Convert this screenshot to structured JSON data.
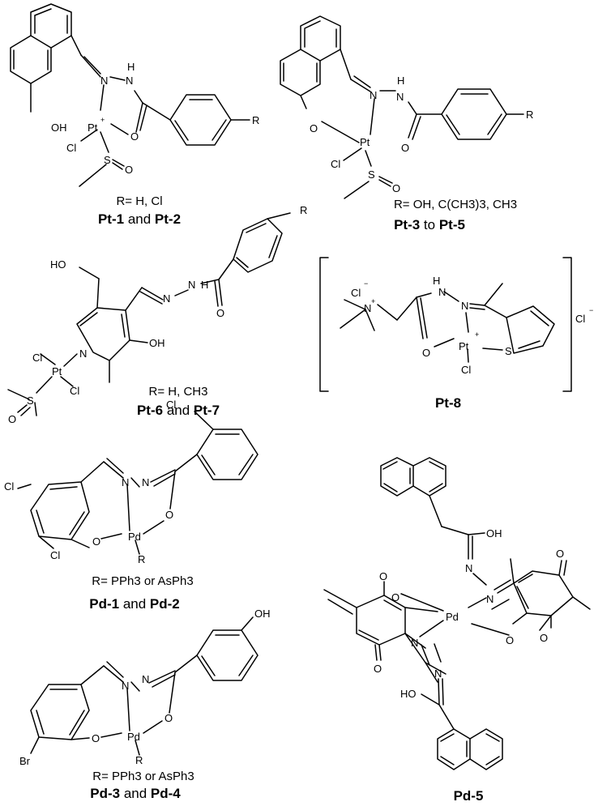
{
  "structures": [
    {
      "atoms": [
        "OH",
        "Pt",
        "+",
        "N",
        "N",
        "H",
        "Cl",
        "S",
        "O",
        "O",
        "R"
      ],
      "r_line": "R= H, Cl",
      "name": {
        "first": "Pt-1",
        "join": " and ",
        "second": "Pt-2"
      }
    },
    {
      "atoms": [
        "O",
        "Pt",
        "N",
        "N",
        "H",
        "Cl",
        "S",
        "O",
        "O",
        "R"
      ],
      "r_line": "R= OH, C(CH3)3, CH3",
      "name": {
        "first": "Pt-3",
        "join": " to ",
        "second": "Pt-5"
      }
    },
    {
      "atoms": [
        "HO",
        "N",
        "N",
        "N",
        "H",
        "O",
        "OH",
        "Cl",
        "Pt",
        "Cl",
        "S",
        "O",
        "R"
      ],
      "r_line": "R= H, CH3",
      "name": {
        "first": "Pt-6",
        "join": " and ",
        "second": "Pt-7"
      }
    },
    {
      "atoms": [
        "Cl",
        "−",
        "N",
        "+",
        "H",
        "N",
        "N",
        "O",
        "Pt",
        "+",
        "S",
        "Cl",
        "Cl",
        "−"
      ],
      "name": {
        "first": "Pt-8"
      }
    },
    {
      "atoms": [
        "Cl",
        "Cl",
        "Cl",
        "N",
        "N",
        "O",
        "O",
        "Pd",
        "R"
      ],
      "r_line": "R= PPh3 or AsPh3",
      "name": {
        "first": "Pd-1",
        "join": " and ",
        "second": "Pd-2"
      }
    },
    {
      "atoms": [
        "OH",
        "N",
        "N",
        "O",
        "O",
        "Pd",
        "R",
        "Br"
      ],
      "r_line": "R= PPh3 or AsPh3",
      "name": {
        "first": "Pd-3",
        "join": " and ",
        "second": "Pd-4"
      }
    },
    {
      "atoms": [
        "OH",
        "N",
        "N",
        "O",
        "O",
        "O",
        "Pd",
        "N",
        "N",
        "O",
        "O",
        "O",
        "HO"
      ],
      "name": {
        "first": "Pd-5"
      }
    }
  ]
}
